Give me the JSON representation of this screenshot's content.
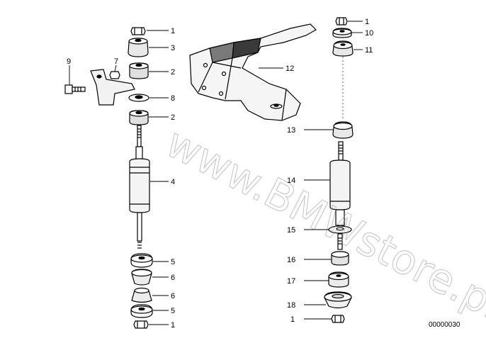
{
  "diagram": {
    "watermark": "www.BMWstore.pl",
    "part_number": "00000030",
    "callouts": [
      "1",
      "3",
      "2",
      "8",
      "2",
      "4",
      "5",
      "6",
      "6",
      "5",
      "1",
      "9",
      "7",
      "12",
      "1",
      "10",
      "11",
      "13",
      "14",
      "15",
      "16",
      "17",
      "18",
      "1"
    ]
  }
}
